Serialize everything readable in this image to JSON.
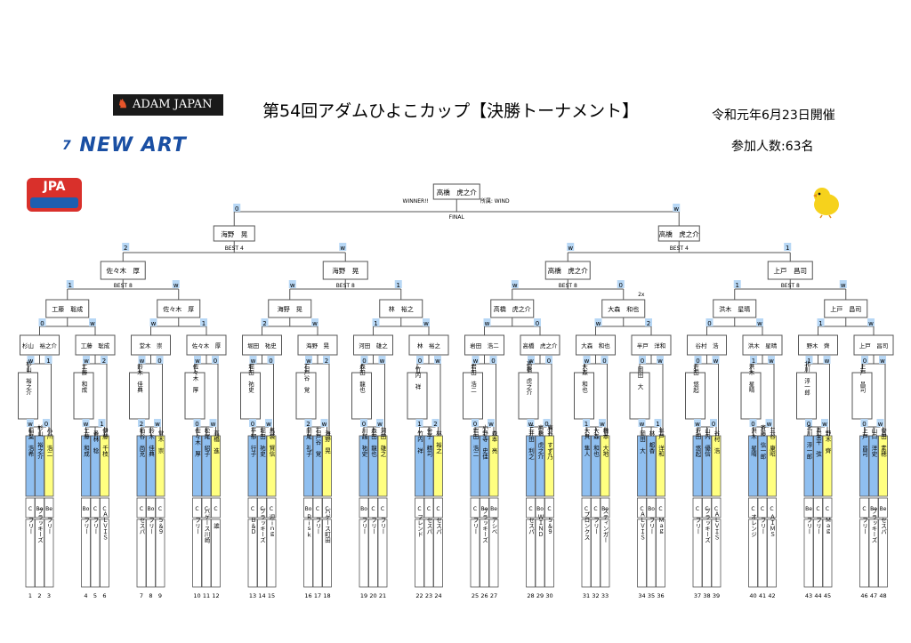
{
  "header": {
    "title": "第54回アダムひよこカップ【決勝トーナメント】",
    "date": "令和元年6月23日開催",
    "participants": "参加人数:63名",
    "logo_adam": "ADAM JAPAN",
    "logo_newart": "NEW ART",
    "logo_jpa": "JPA"
  },
  "final": {
    "winner": "高橋　虎之介",
    "winner_label": "WINNER!!",
    "affiliation": "所属: WIND",
    "final_label": "FINAL",
    "left_score": "0",
    "right_score": "w"
  },
  "best4": {
    "label": "BEST 4",
    "left": "海野　晃",
    "right": "高橋　虎之介",
    "scores": [
      "2",
      "w",
      "w",
      "1"
    ]
  },
  "best8": {
    "label": "BEST 8",
    "names": [
      "佐々木　厚",
      "海野　晃",
      "高橋　虎之介",
      "上戸　昌司"
    ],
    "scores": [
      "1",
      "w",
      "w",
      "1",
      "w",
      "0",
      "1",
      "w"
    ],
    "note": "2x"
  },
  "round3": {
    "names": [
      "工藤　聡成",
      "佐々木　厚",
      "海野　晃",
      "林　裕之",
      "高橋　虎之介",
      "大森　和也",
      "洪木　星晴",
      "上戸　昌司"
    ],
    "scores": [
      "0",
      "w",
      "w",
      "1",
      "2",
      "w",
      "1",
      "w",
      "w",
      "0",
      "w",
      "2",
      "0",
      "w",
      "1",
      "w"
    ]
  },
  "round2": {
    "names": [
      "杉山　裕之介",
      "工藤　聡成",
      "堂木　崇",
      "佐々木　厚",
      "堀田　祐史",
      "海野　晃",
      "河田　雄之",
      "林　裕之",
      "岩田　浩二",
      "高橋　虎之介",
      "大森　和也",
      "半戸　洋和",
      "谷村　浩",
      "洪木　星晴",
      "野木　齊",
      "上戸　昌司"
    ],
    "scores": [
      "w",
      "1",
      "w",
      "2",
      "w",
      "0",
      "w",
      "0",
      "w",
      "0",
      "w",
      "2",
      "0",
      "w",
      "0",
      "w",
      "w",
      "0",
      "w",
      "0",
      "w",
      "0",
      "0",
      "w",
      "0",
      "w",
      "1",
      "w",
      "1",
      "w",
      "0",
      "w"
    ]
  },
  "round1": {
    "names": [
      "杉山　裕之介",
      "工藤　和成",
      "鈴木　佳典",
      "佐々木　厚",
      "堀田　祐史",
      "石戸谷　覚",
      "森田　龍也",
      "竹内　祥",
      "岩田　浩二",
      "高橋　虎之介",
      "大森　和也",
      "岡田　大",
      "近田　悠起",
      "洪木　星晴",
      "北川　淳一郎",
      "上戸　昌司"
    ],
    "scores": [
      "w",
      "0",
      "w",
      "1",
      "2",
      "w",
      "0",
      "w",
      "0",
      "w",
      "2",
      "w",
      "0",
      "w",
      "1",
      "2",
      "0",
      "w",
      "w",
      "0",
      "1",
      "w",
      "w",
      "1",
      "w",
      "0",
      "0",
      "w",
      "0",
      "w",
      "0",
      "w"
    ]
  },
  "players": [
    {
      "no": "1",
      "name": "稲葉　浩希",
      "cls": "C",
      "team": "フリー"
    },
    {
      "no": "2",
      "name": "杉山　裕之介",
      "cls": "Bo",
      "team": "ブラッキーズ"
    },
    {
      "no": "3",
      "name": "小川　浩二",
      "cls": "Be",
      "team": "フリー"
    },
    {
      "no": "4",
      "name": "工藤　和成",
      "cls": "Bo",
      "team": "フリー"
    },
    {
      "no": "5",
      "name": "番林　稔",
      "cls": "C",
      "team": "フリー"
    },
    {
      "no": "6",
      "name": "伊藤　千枝",
      "cls": "C",
      "team": "ＡＬＶＩＳ"
    },
    {
      "no": "7",
      "name": "柏谷　尚克",
      "cls": "C",
      "team": "セスパ"
    },
    {
      "no": "8",
      "name": "鈴木　佳典",
      "cls": "Bo",
      "team": "フリー"
    },
    {
      "no": "9",
      "name": "堂木　崇",
      "cls": "C",
      "team": "５＆９"
    },
    {
      "no": "10",
      "name": "佐々木　厚",
      "cls": "C",
      "team": "フリー"
    },
    {
      "no": "11",
      "name": "松尾　紹子",
      "cls": "C",
      "team": "パゲース川崎"
    },
    {
      "no": "12",
      "name": "高橋　進",
      "cls": "C",
      "team": "誰"
    },
    {
      "no": "13",
      "name": "平郁　行子",
      "cls": "C",
      "team": "Ｂ＆Ｄ"
    },
    {
      "no": "14",
      "name": "堀田　祐史",
      "cls": "C",
      "team": "ブラッキーズ"
    },
    {
      "no": "15",
      "name": "馬袋　賢信",
      "cls": "C",
      "team": "迎ｉｎｇ"
    },
    {
      "no": "16",
      "name": "岡尾　礼子",
      "cls": "Bo",
      "team": "Ｒｉｓｋ"
    },
    {
      "no": "17",
      "name": "石戸谷　覚",
      "cls": "C",
      "team": "フリー"
    },
    {
      "no": "18",
      "name": "海野　晃",
      "cls": "C",
      "team": "パゲース町田"
    },
    {
      "no": "19",
      "name": "川越　祐史",
      "cls": "Bo",
      "team": "フリー"
    },
    {
      "no": "20",
      "name": "森田　龍也",
      "cls": "C",
      "team": "フリー"
    },
    {
      "no": "21",
      "name": "河田　雄之",
      "cls": "C",
      "team": "フリー"
    },
    {
      "no": "22",
      "name": "竹内　祥",
      "cls": "C",
      "team": "フレンド"
    },
    {
      "no": "23",
      "name": "金子　精司",
      "cls": "C",
      "team": "セスパ"
    },
    {
      "no": "24",
      "name": "林　裕之",
      "cls": "C",
      "team": "セスパ"
    },
    {
      "no": "25",
      "name": "岩田　浩二",
      "cls": "C",
      "team": "フリー"
    },
    {
      "no": "26",
      "name": "小野寺　史佳",
      "cls": "Bo",
      "team": "ブラッキーズ"
    },
    {
      "no": "27",
      "name": "森本　亮",
      "cls": "Be",
      "team": "アシベ"
    },
    {
      "no": "28",
      "name": "三井田　利之",
      "cls": "C",
      "team": "セスパ"
    },
    {
      "no": "29",
      "name": "高橋　虎之介",
      "cls": "Bo",
      "team": "ＷＩＮＤ"
    },
    {
      "no": "30",
      "name": "廣谷　すず乃",
      "cls": "C",
      "team": "５＆９"
    },
    {
      "no": "31",
      "name": "大貝　隼人",
      "cls": "C",
      "team": "プロンクス"
    },
    {
      "no": "32",
      "name": "大森　和也",
      "cls": "C",
      "team": "フリー"
    },
    {
      "no": "33",
      "name": "橋本　大地",
      "cls": "Bo",
      "team": "スティンガー"
    },
    {
      "no": "34",
      "name": "岡田　大",
      "cls": "C",
      "team": "ＡＬＶＩＳ"
    },
    {
      "no": "35",
      "name": "林　都香",
      "cls": "Bo",
      "team": "フリー"
    },
    {
      "no": "36",
      "name": "半戸　洋和",
      "cls": "C",
      "team": "Ｍａｇ"
    },
    {
      "no": "37",
      "name": "近田　悠起",
      "cls": "C",
      "team": "フリー"
    },
    {
      "no": "38",
      "name": "山内　優信",
      "cls": "C",
      "team": "ブラッキーズ"
    },
    {
      "no": "39",
      "name": "谷村　浩",
      "cls": "C",
      "team": "ＡＬＶＩＳ"
    },
    {
      "no": "40",
      "name": "洪木　星晴",
      "cls": "C",
      "team": "オレンジ"
    },
    {
      "no": "41",
      "name": "斉藤　信一郎",
      "cls": "C",
      "team": "フリー"
    },
    {
      "no": "42",
      "name": "三谷　康昭",
      "cls": "C",
      "team": "ＡＩＭＳ"
    },
    {
      "no": "43",
      "name": "北川　淳一郎",
      "cls": "Be",
      "team": "フリー"
    },
    {
      "no": "44",
      "name": "真栄平　弦",
      "cls": "C",
      "team": "フリー"
    },
    {
      "no": "45",
      "name": "野木　齊",
      "cls": "C",
      "team": "Ｍａｇ"
    },
    {
      "no": "46",
      "name": "上戸　昌司",
      "cls": "C",
      "team": "フリー"
    },
    {
      "no": "47",
      "name": "山口　洋史",
      "cls": "Bo",
      "team": "ブラッキーズ"
    },
    {
      "no": "48",
      "name": "安田　素穂",
      "cls": "Be",
      "team": "セスパ"
    }
  ],
  "colors": {
    "blue": "#8fbff0",
    "yellow": "#ffff80",
    "score_bg": "#b7d7f5",
    "line": "#555555",
    "title": "#000000"
  }
}
